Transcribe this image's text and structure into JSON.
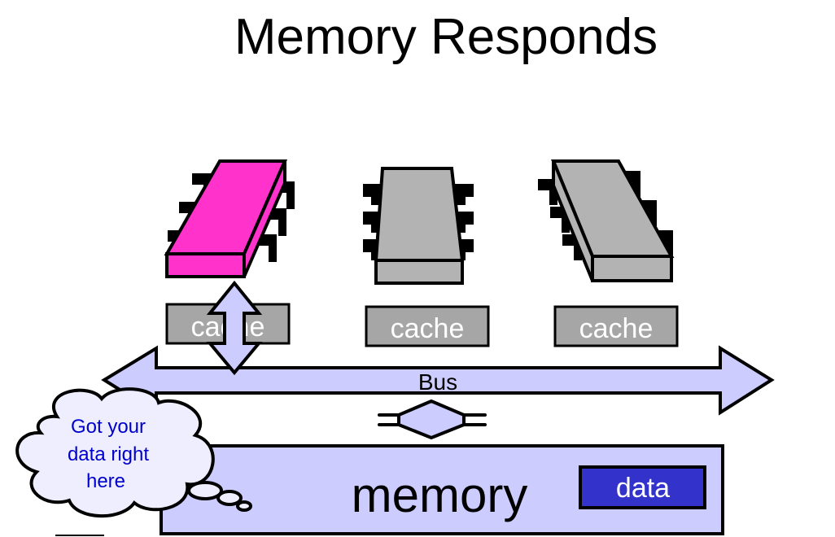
{
  "title": "Memory Responds",
  "bus_label": "Bus",
  "caches": [
    {
      "label": "cache"
    },
    {
      "label": "cache"
    },
    {
      "label": "cache"
    }
  ],
  "memory": {
    "label": "memory",
    "data_label": "data"
  },
  "thought_bubble": {
    "lines": [
      "Got your",
      "data right",
      "here"
    ]
  },
  "colors": {
    "active_chip": "#ff33cc",
    "idle_chip": "#b3b3b3",
    "cache_box": "#a6a6a6",
    "bus_fill": "#ccccff",
    "memory_fill": "#ccccff",
    "data_fill": "#3333cc",
    "bubble_text": "#0000cc",
    "bubble_fill": "#eeeeff"
  }
}
